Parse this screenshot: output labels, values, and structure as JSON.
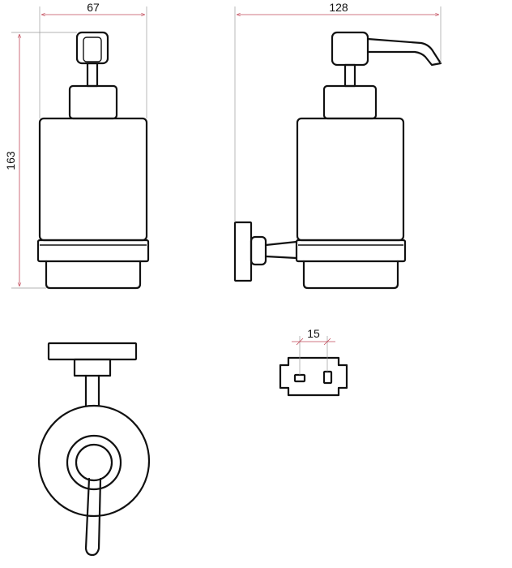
{
  "dimensions": {
    "front_width": "67",
    "height": "163",
    "side_width": "128",
    "bracket_gap": "15"
  },
  "colors": {
    "outline": "#111111",
    "dimension_line": "#c24a5a",
    "extension_line": "#9a9a9a"
  }
}
